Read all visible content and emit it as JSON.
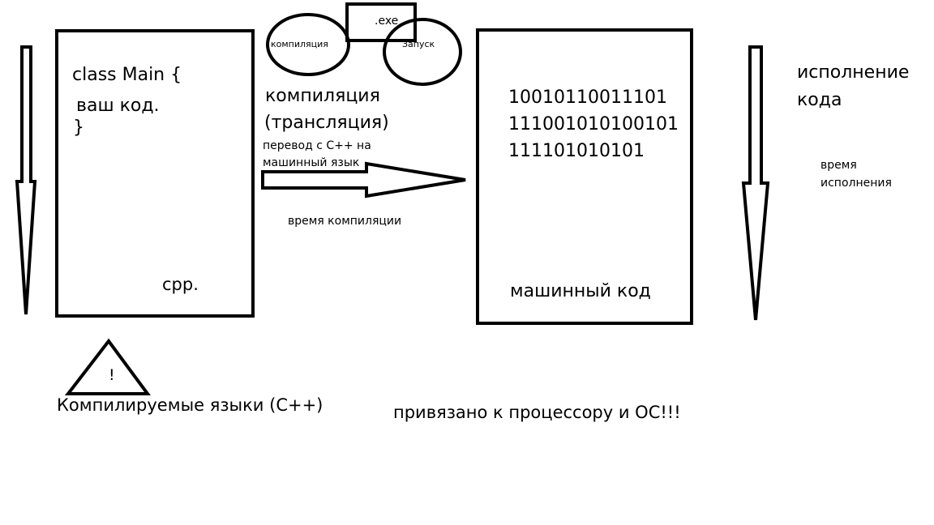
{
  "source_box": {
    "code_line1": "class Main {",
    "code_line2": "ваш код.",
    "code_line3": "}",
    "file_ext": "cpp."
  },
  "exe_label": ".exe",
  "bubbles": {
    "left": "компиляция",
    "right": "Запуск"
  },
  "compile_heading_line1": "компиляция",
  "compile_heading_line2": "(трансляция)",
  "translation_note_line1": "перевод с С++ на",
  "translation_note_line2": "машинный язык",
  "compile_time": "время компиляции",
  "machine_box": {
    "bits_line1": "10010110011101",
    "bits_line2": "111001010100101",
    "bits_line3": "111101010101",
    "caption": "машинный код"
  },
  "execution_heading_line1": "исполнение",
  "execution_heading_line2": "кода",
  "execution_time_line1": "время",
  "execution_time_line2": "исполнения",
  "warning_symbol": "!",
  "compiled_languages": "Компилируемые языки (С++)",
  "bound_note": "привязано к процессору и ОС!!!"
}
